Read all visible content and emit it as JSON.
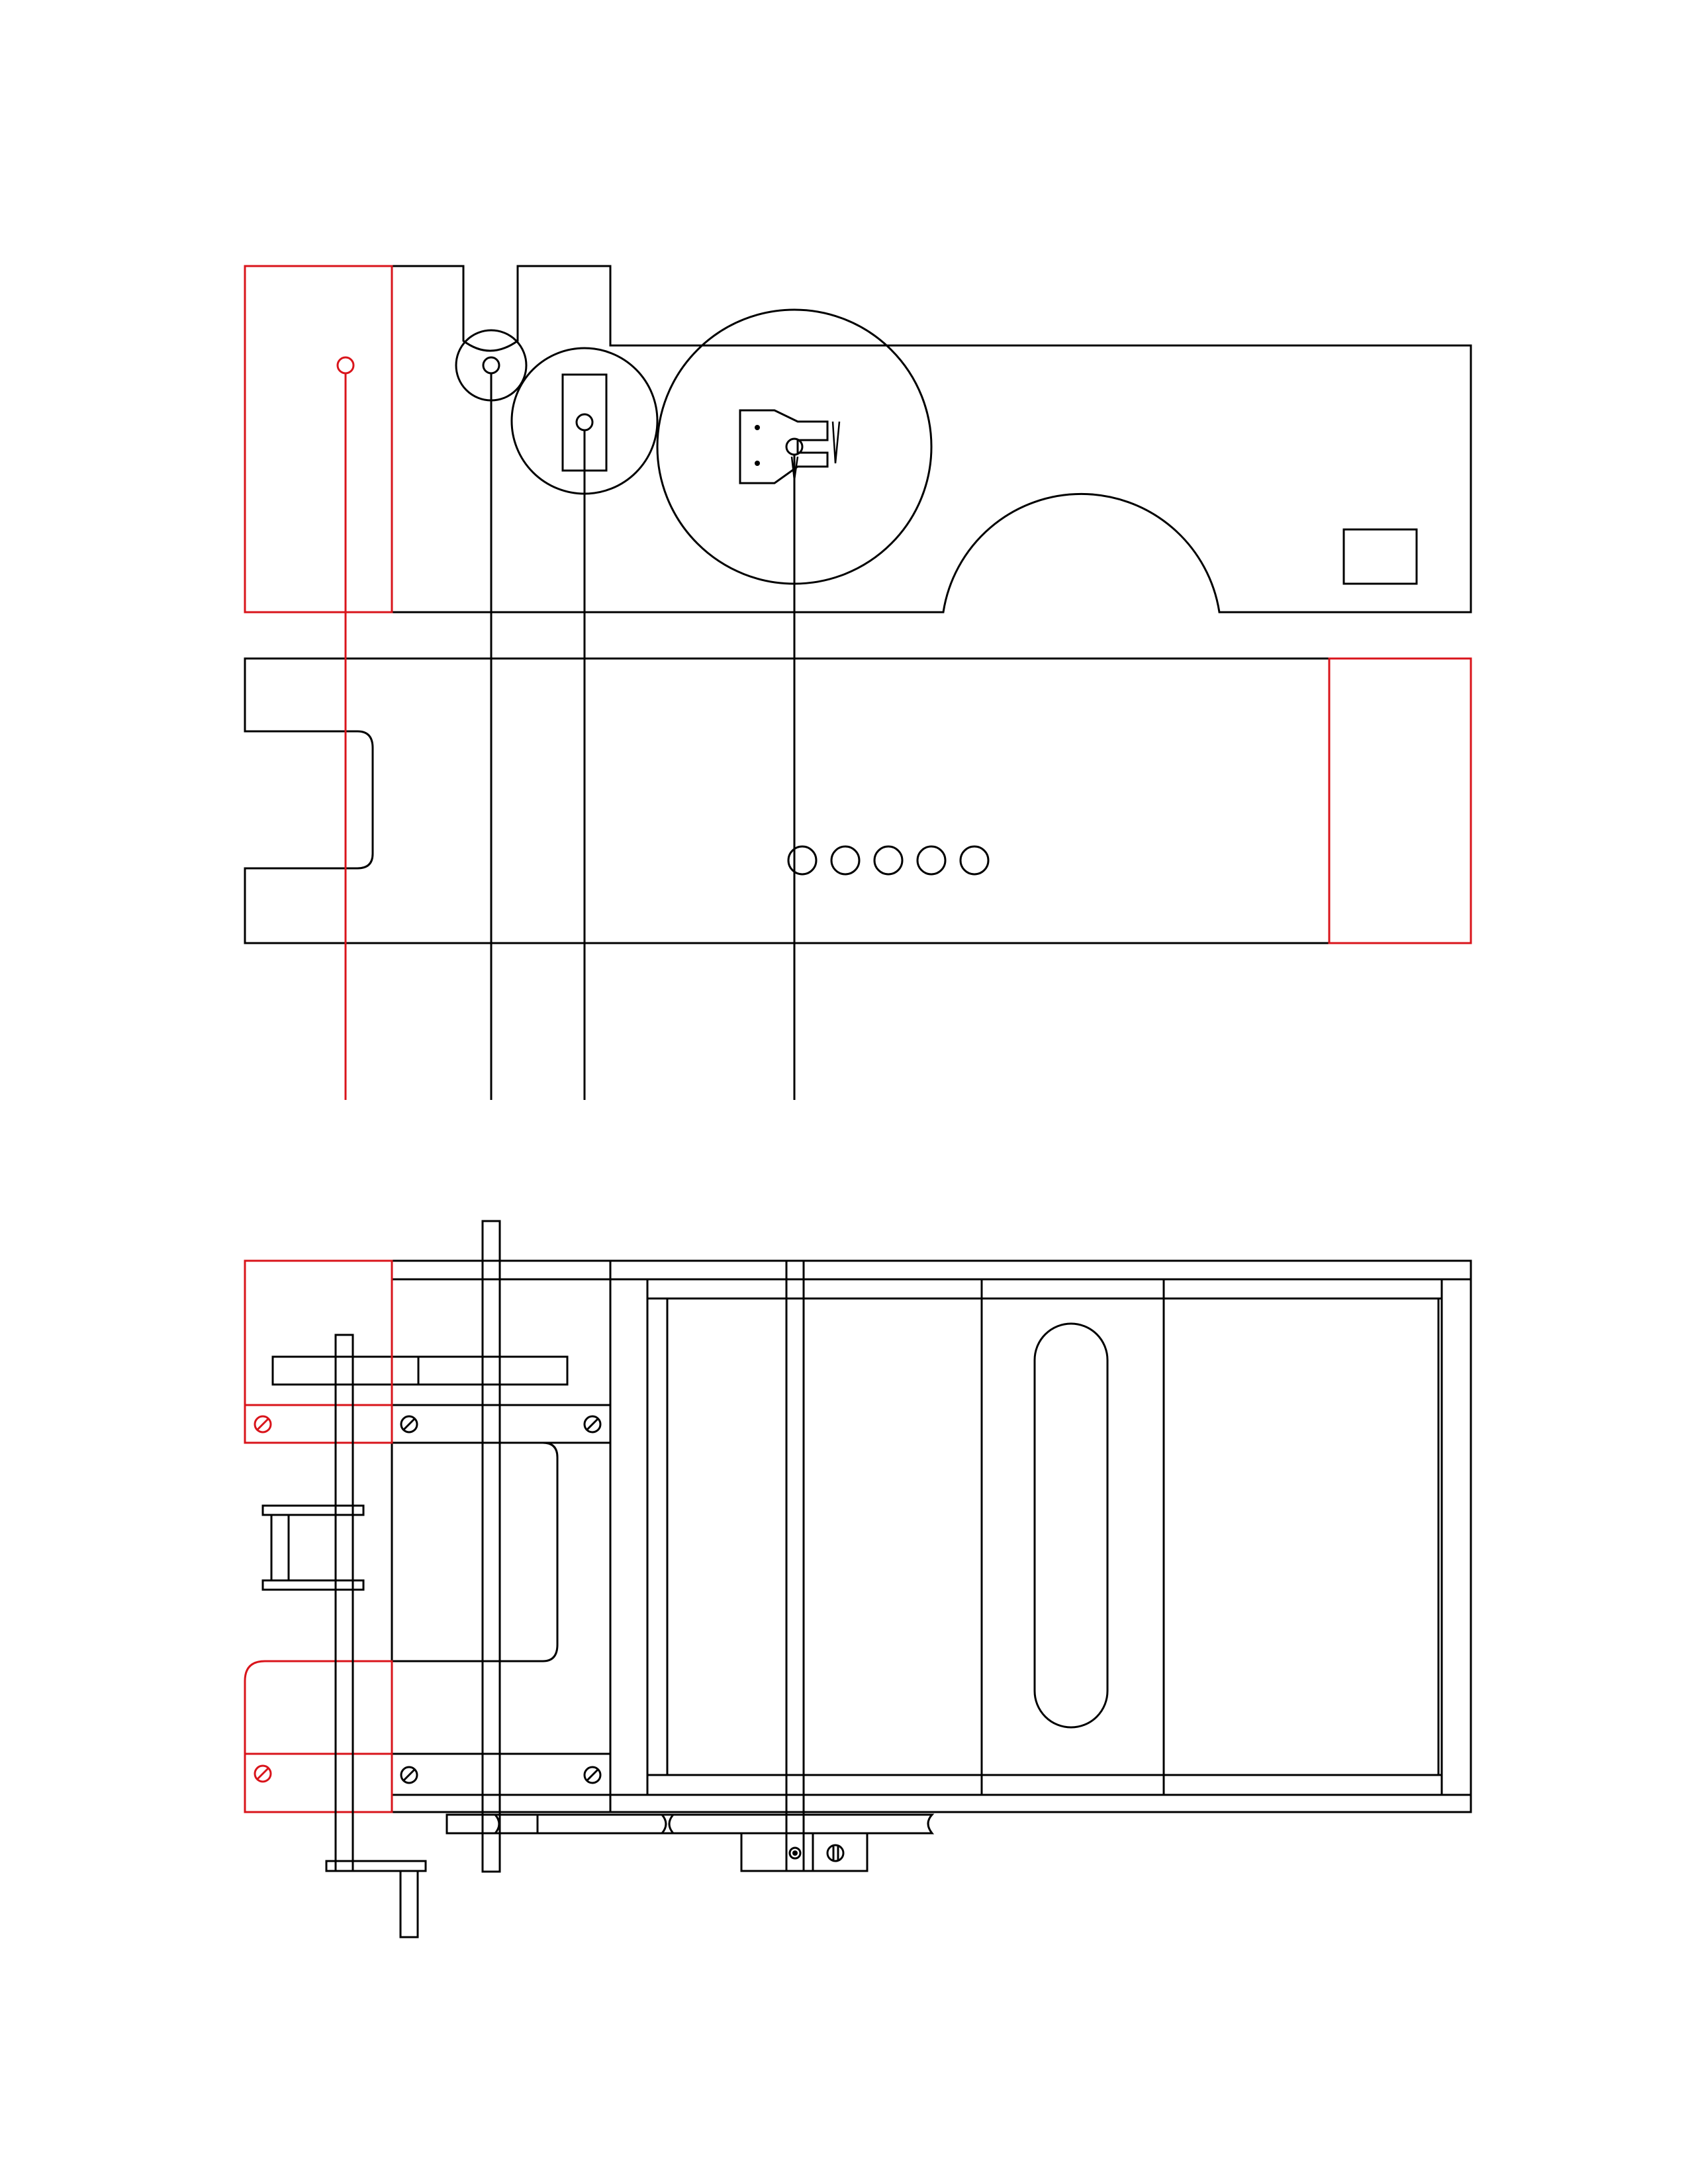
{
  "colors": {
    "line": "#000000",
    "highlight": "#d9141b",
    "background": "#ffffff"
  },
  "views": [
    {
      "id": "side-elevation",
      "kind": "elevation"
    },
    {
      "id": "front-elevation",
      "kind": "elevation"
    },
    {
      "id": "plan-view",
      "kind": "plan"
    }
  ],
  "front_elevation": {
    "hole_row_count": 5
  },
  "fasteners": {
    "screw_heads_black": 4,
    "screw_heads_red": 2
  }
}
